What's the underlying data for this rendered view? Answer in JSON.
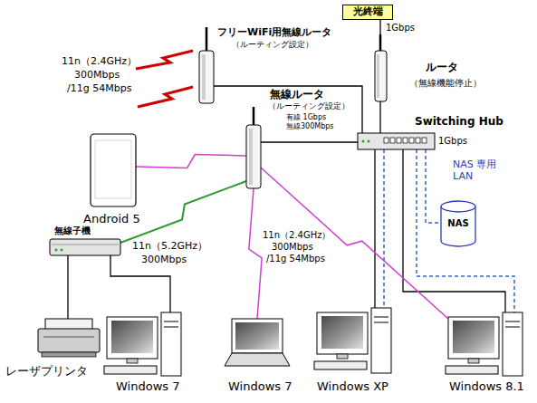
{
  "diagram": {
    "nodes": [
      {
        "text": [
          "光終端"
        ]
      },
      {
        "text": [
          "ルータ",
          "（無線機能停止）"
        ]
      },
      {
        "text": [
          "Switching Hub"
        ]
      },
      {
        "text": [
          "NAS"
        ]
      },
      {
        "text": [
          "フリーWiFi用無線ルータ",
          "（ルーティング設定）"
        ]
      },
      {
        "text": [
          "無線ルータ",
          "（ルーティング設定）",
          "有線 1Gbps",
          "無線300Mbps"
        ]
      },
      {
        "text": [
          "Android 5"
        ]
      },
      {
        "text": [
          "無線子機"
        ]
      },
      {
        "text": [
          "レーザプリンタ"
        ]
      },
      {
        "text": [
          "Windows 7"
        ]
      },
      {
        "text": [
          "Windows 7"
        ]
      },
      {
        "text": [
          "Windows XP"
        ]
      },
      {
        "text": [
          "Windows 8.1"
        ]
      }
    ],
    "edges": [
      {
        "from": 0,
        "to": 1,
        "arrow": "none"
      },
      {
        "from": 1,
        "to": 2,
        "arrow": "none"
      },
      {
        "from": 4,
        "to": 2,
        "arrow": "none"
      },
      {
        "from": 5,
        "to": 2,
        "arrow": "none"
      },
      {
        "from": 2,
        "to": 11,
        "arrow": "none"
      },
      {
        "from": 2,
        "to": 12,
        "arrow": "none"
      },
      {
        "from": 2,
        "to": 3,
        "arrow": "none"
      },
      {
        "from": 2,
        "to": 11,
        "arrow": "none"
      },
      {
        "from": 2,
        "to": 12,
        "arrow": "none"
      },
      {
        "from": 5,
        "to": 6,
        "arrow": "none"
      },
      {
        "from": 5,
        "to": 7,
        "arrow": "none"
      },
      {
        "from": 5,
        "to": 10,
        "arrow": "none"
      },
      {
        "from": 5,
        "to": 12,
        "arrow": "none"
      },
      {
        "from": 7,
        "to": 8,
        "arrow": "none"
      },
      {
        "from": 7,
        "to": 9,
        "arrow": "none"
      }
    ],
    "labels": [
      "1Gbps",
      "1Gbps",
      "NAS 専用LAN",
      "11n（2.4GHz）",
      "300Mbps",
      "/11g 54Mbps",
      "11n（5.2GHz）",
      "300Mbps",
      "11n（2.4GHz）",
      "300Mbps",
      "/11g 54Mbps"
    ]
  }
}
